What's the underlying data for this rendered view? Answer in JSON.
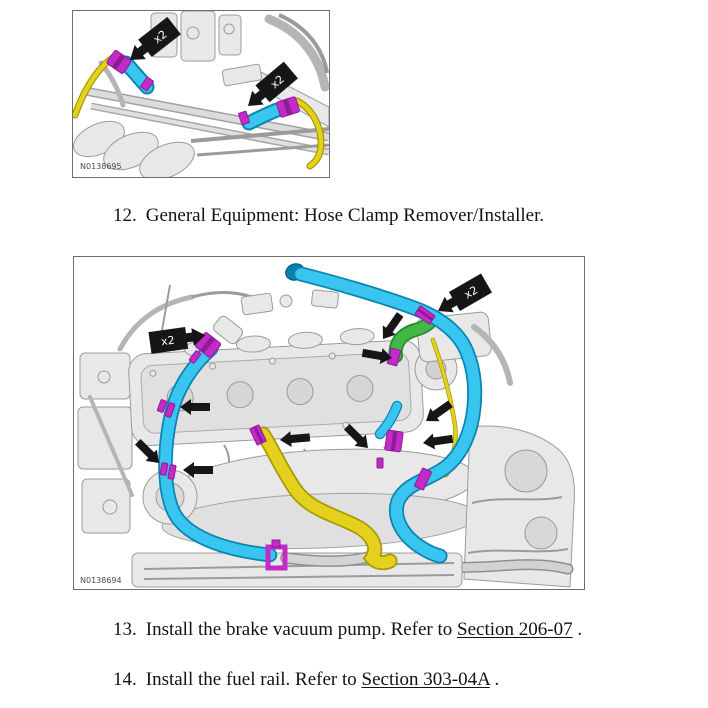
{
  "colors": {
    "hose_cyan": "#38C6F0",
    "hose_cyan_dark": "#0C83B5",
    "hose_yellow": "#E3D11D",
    "hose_yellow_dark": "#A89A00",
    "clamp_magenta": "#C32BC8",
    "clamp_magenta_dark": "#8E1C96",
    "elbow_green": "#3FB944",
    "elbow_green_dark": "#2B8A31",
    "arrow_black": "#161616",
    "engine_fill": "#e8e8e8",
    "engine_stroke": "#9b9b9b",
    "figure_border": "#6e6e6e",
    "id_label_color": "#4a4a4a",
    "text_color": "#121212"
  },
  "figures": {
    "top": {
      "id_label": "N0138695",
      "flags": [
        {
          "label": "x2"
        },
        {
          "label": "x2"
        }
      ]
    },
    "main": {
      "id_label": "N0138694",
      "flags": [
        {
          "label": "x2"
        },
        {
          "label": "x2"
        }
      ]
    }
  },
  "steps": {
    "s12": {
      "number": "12.",
      "text": "General Equipment: Hose Clamp Remover/Installer."
    },
    "s13": {
      "number": "13.",
      "text_before": "Install the brake vacuum pump. Refer to ",
      "link": "Section 206-07",
      "text_after": " ."
    },
    "s14": {
      "number": "14.",
      "text_before": "Install the fuel rail. Refer to ",
      "link": "Section 303-04A",
      "text_after": " ."
    }
  }
}
